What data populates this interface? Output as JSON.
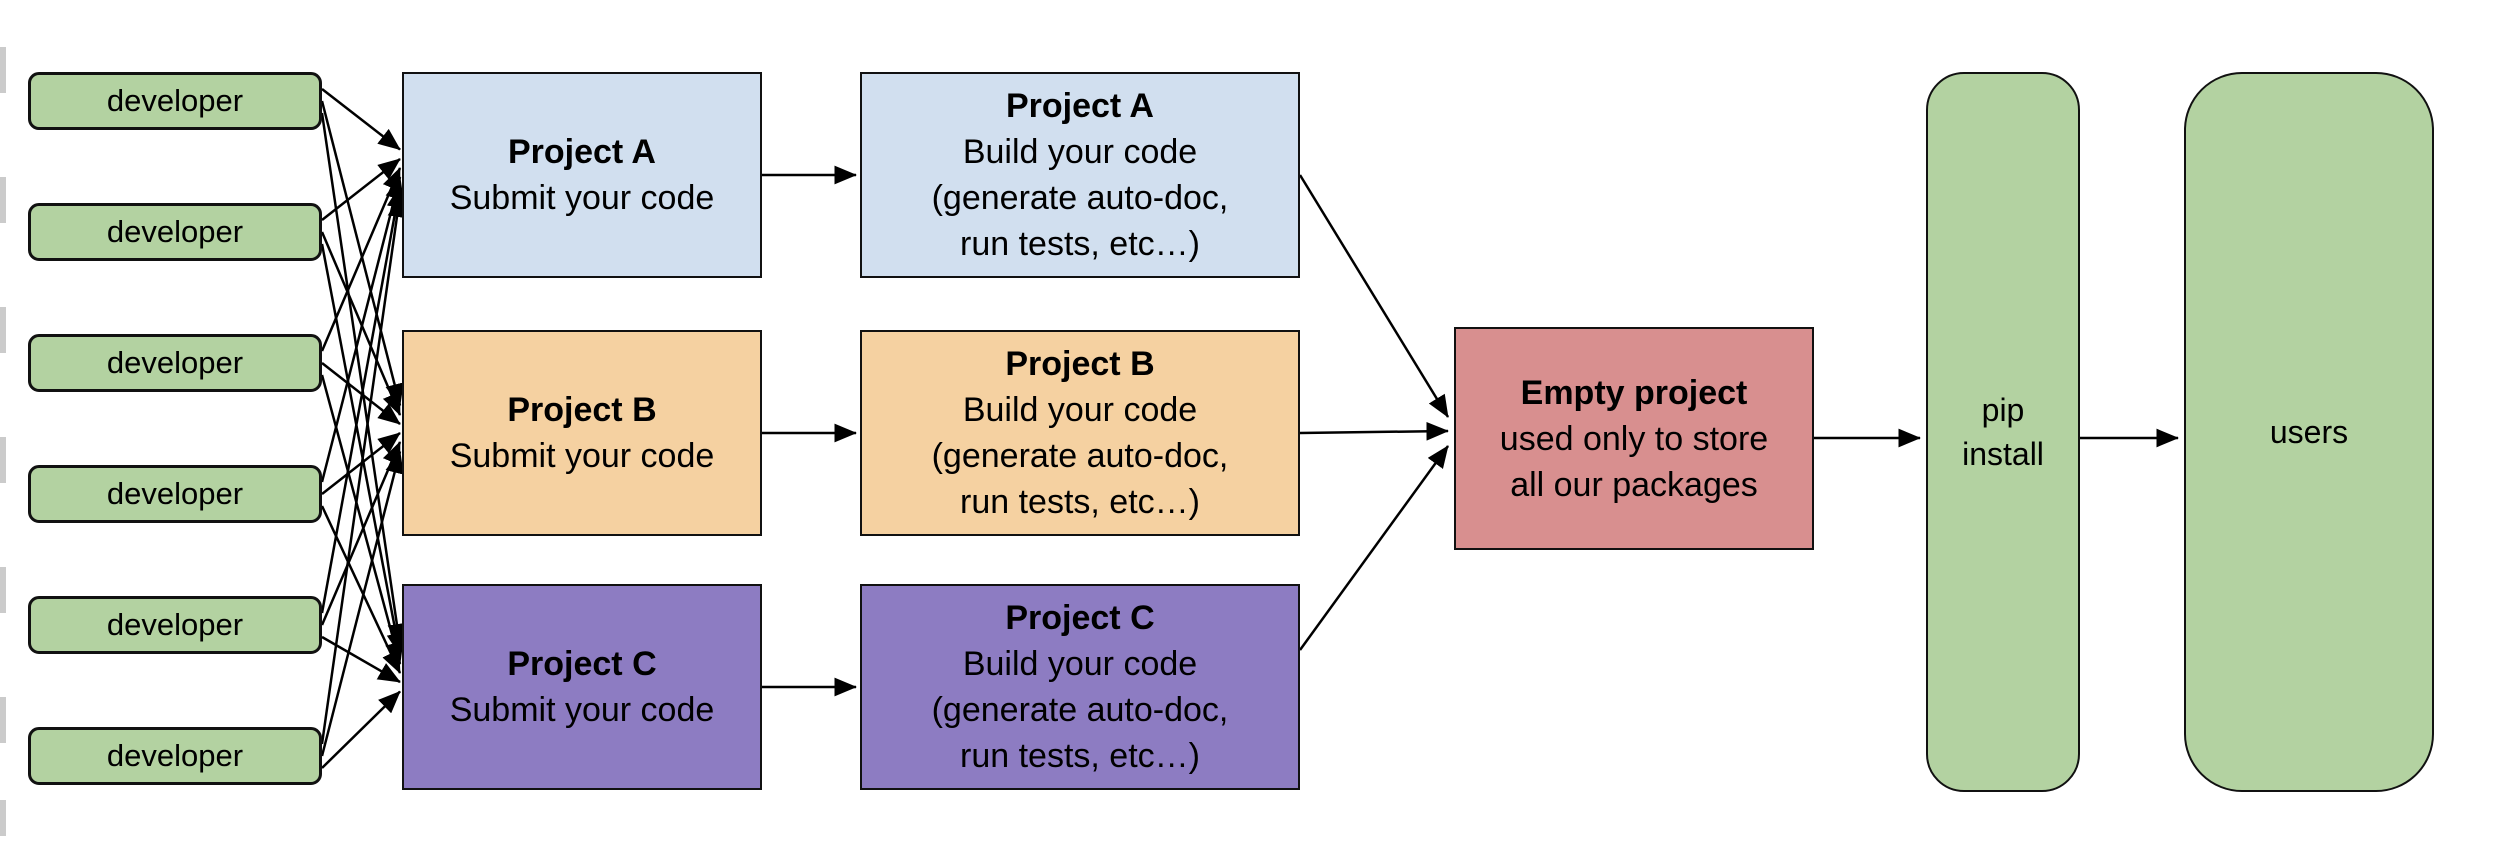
{
  "palette": {
    "green": "#b3d2a1",
    "blue": "#d1dfef",
    "orange": "#f5d1a1",
    "red": "#d88f8f",
    "purple": "#8d7cc2",
    "line": "#000000",
    "background": "#ffffff"
  },
  "developers": [
    {
      "label": "developer"
    },
    {
      "label": "developer"
    },
    {
      "label": "developer"
    },
    {
      "label": "developer"
    },
    {
      "label": "developer"
    },
    {
      "label": "developer"
    }
  ],
  "projects": [
    {
      "name": "A",
      "color": "#d1dfef",
      "submit": {
        "title": "Project A",
        "line": "Submit your code"
      },
      "build": {
        "title": "Project A",
        "line1": "Build your code",
        "line2": "(generate auto-doc,",
        "line3": "run tests, etc…)"
      }
    },
    {
      "name": "B",
      "color": "#f5d1a1",
      "submit": {
        "title": "Project B",
        "line": "Submit your code"
      },
      "build": {
        "title": "Project B",
        "line1": "Build your code",
        "line2": "(generate auto-doc,",
        "line3": "run tests, etc…)"
      }
    },
    {
      "name": "C",
      "color": "#8d7cc2",
      "submit": {
        "title": "Project C",
        "line": "Submit your code"
      },
      "build": {
        "title": "Project C",
        "line1": "Build your code",
        "line2": "(generate auto-doc,",
        "line3": "run tests, etc…)"
      }
    }
  ],
  "empty_project": {
    "title": "Empty project",
    "line1": "used only to store",
    "line2": "all our packages",
    "color": "#d88f8f"
  },
  "pip_install": {
    "line1": "pip",
    "line2": "install",
    "color": "#b3d2a1"
  },
  "users": {
    "label": "users",
    "color": "#b3d2a1"
  }
}
